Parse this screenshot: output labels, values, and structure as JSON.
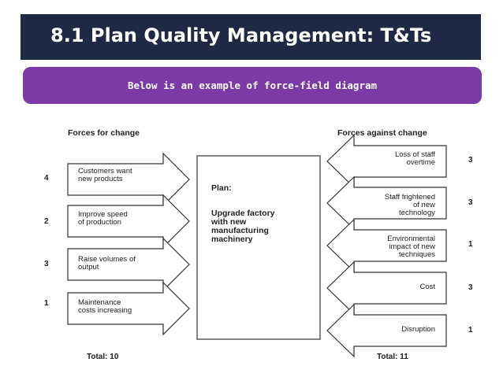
{
  "slide": {
    "title": "8.1 Plan Quality Management: T&Ts",
    "subtitle": "Below is an example of force-field diagram",
    "colors": {
      "title_bg": "#1e2a44",
      "subtitle_bg": "#7c3aa6"
    }
  },
  "diagram": {
    "left_header": "Forces for change",
    "right_header": "Forces against change",
    "plan_heading": "Plan:",
    "plan_text": "Upgrade factory\nwith new\nmanufacturing\nmachinery",
    "forces_for": [
      {
        "label": "Customers want\nnew products",
        "score": "4"
      },
      {
        "label": "Improve speed\nof production",
        "score": "2"
      },
      {
        "label": "Raise volumes of\noutput",
        "score": "3"
      },
      {
        "label": "Maintenance\ncosts increasing",
        "score": "1"
      }
    ],
    "forces_against": [
      {
        "label": "Loss of staff\novertime",
        "score": "3"
      },
      {
        "label": "Staff frightened\nof new\ntechnology",
        "score": "3"
      },
      {
        "label": "Environmental\nimpact of new\ntechniques",
        "score": "1"
      },
      {
        "label": "Cost",
        "score": "3"
      },
      {
        "label": "Disruption",
        "score": "1"
      }
    ],
    "total_for": "Total: 10",
    "total_against": "Total: 11"
  }
}
